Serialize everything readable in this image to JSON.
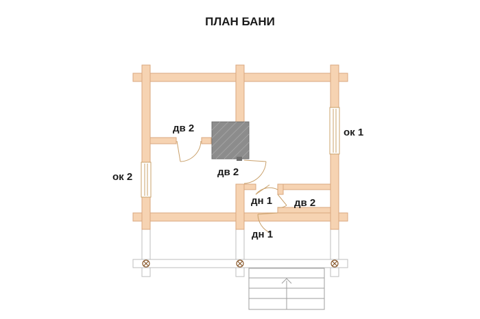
{
  "plan": {
    "title": "ПЛАН БАНИ",
    "labels": {
      "dv2_left": "дв 2",
      "dv2_center": "дв 2",
      "dv2_right": "дв 2",
      "dn1_upper": "дн 1",
      "dn1_lower": "дн 1",
      "ok1": "ок 1",
      "ok2": "ок 2"
    },
    "colors": {
      "log": "#f6d3b2",
      "log_edge": "#d9a77f",
      "stove": "#8c8c8c",
      "outline": "#bdbdbd",
      "door_arc": "#c9a06a",
      "text": "#1a1a1a"
    }
  }
}
